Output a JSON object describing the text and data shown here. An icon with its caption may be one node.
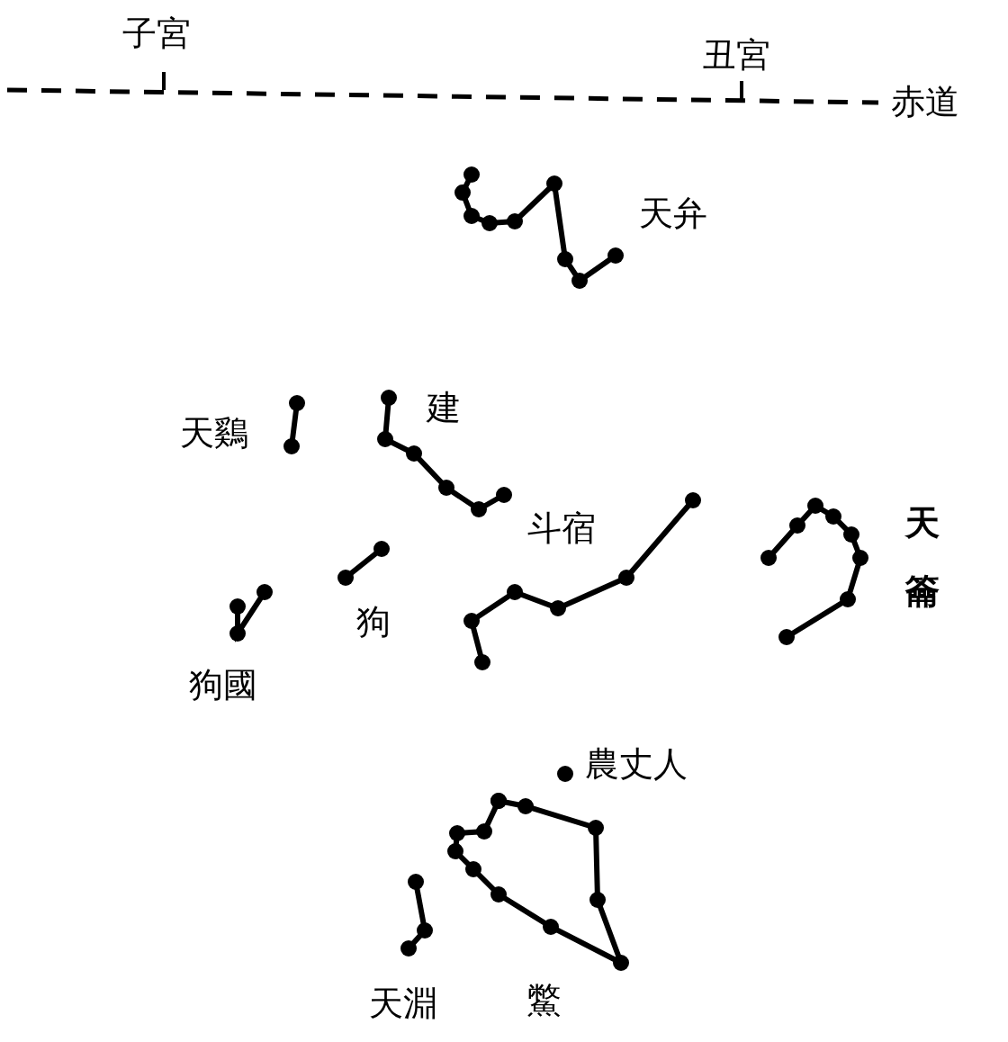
{
  "diagram": {
    "labels": [
      "子宮",
      "丑宮",
      "赤道",
      "天弁",
      "建",
      "天鷄",
      "斗宿",
      "天籥",
      "狗",
      "狗國",
      "農丈人",
      "天淵",
      "鱉"
    ]
  }
}
